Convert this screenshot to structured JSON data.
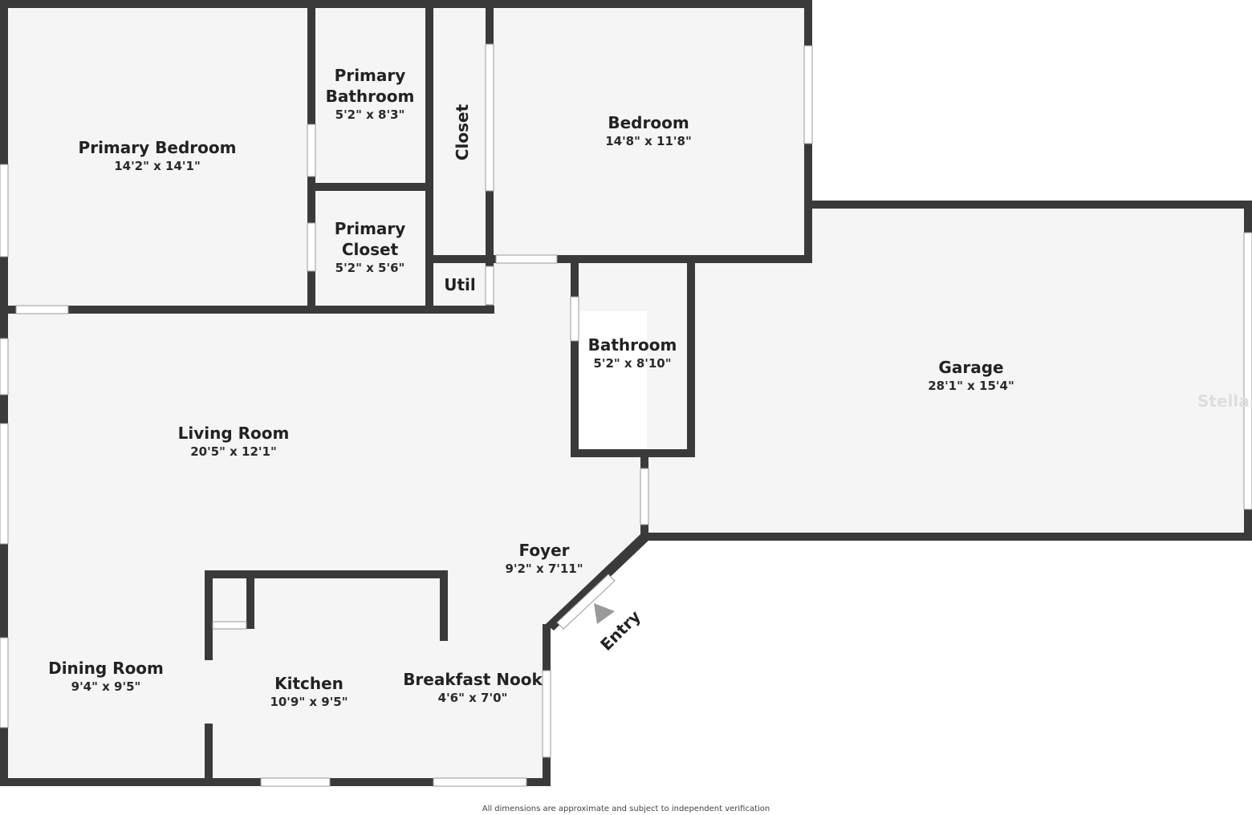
{
  "rooms": {
    "primary_bedroom": {
      "name": "Primary Bedroom",
      "dims": "14'2\" x 14'1\""
    },
    "primary_bathroom": {
      "name_line1": "Primary",
      "name_line2": "Bathroom",
      "dims": "5'2\" x 8'3\""
    },
    "primary_closet": {
      "name_line1": "Primary",
      "name_line2": "Closet",
      "dims": "5'2\" x 5'6\""
    },
    "closet": {
      "name": "Closet"
    },
    "util": {
      "name": "Util"
    },
    "bedroom": {
      "name": "Bedroom",
      "dims": "14'8\" x 11'8\""
    },
    "bathroom": {
      "name": "Bathroom",
      "dims": "5'2\" x 8'10\""
    },
    "garage": {
      "name": "Garage",
      "dims": "28'1\" x 15'4\""
    },
    "living_room": {
      "name": "Living Room",
      "dims": "20'5\" x 12'1\""
    },
    "foyer": {
      "name": "Foyer",
      "dims": "9'2\" x 7'11\""
    },
    "dining_room": {
      "name": "Dining Room",
      "dims": "9'4\" x 9'5\""
    },
    "kitchen": {
      "name": "Kitchen",
      "dims": "10'9\" x 9'5\""
    },
    "breakfast_nook": {
      "name": "Breakfast Nook",
      "dims": "4'6\" x 7'0\""
    }
  },
  "entry_label": "Entry",
  "footer_note": "All dimensions are approximate and subject to independent verification",
  "watermark": "StellarM",
  "colors": {
    "wall": "#3a3a3a",
    "floor": "#f5f5f5",
    "background": "#ffffff"
  }
}
